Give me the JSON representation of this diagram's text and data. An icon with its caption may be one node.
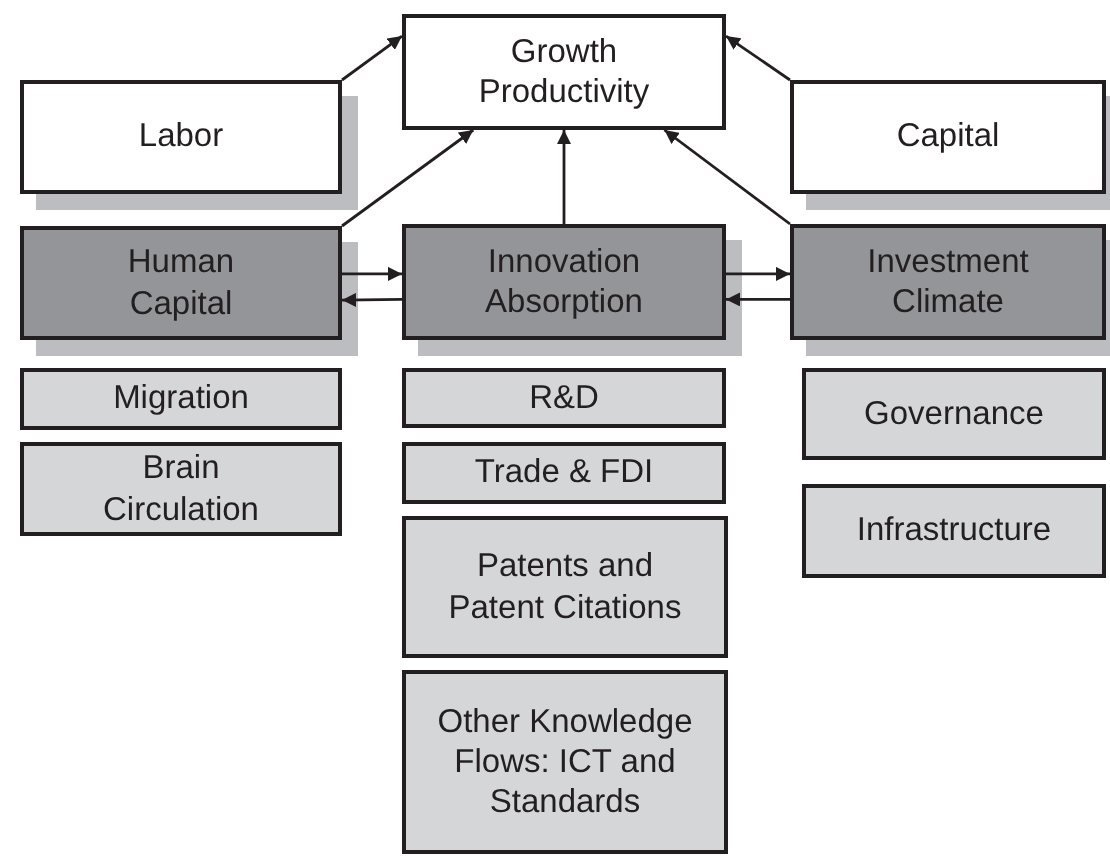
{
  "diagram": {
    "nodes": [
      {
        "text": [
          "Growth Productivity"
        ]
      },
      {
        "text": [
          "Labor"
        ]
      },
      {
        "text": [
          "Capital"
        ]
      },
      {
        "text": [
          "Human Capital"
        ]
      },
      {
        "text": [
          "Innovation Absorption"
        ]
      },
      {
        "text": [
          "Investment Climate"
        ]
      },
      {
        "text": [
          "Migration"
        ]
      },
      {
        "text": [
          "Brain Circulation"
        ]
      },
      {
        "text": [
          "R&D"
        ]
      },
      {
        "text": [
          "Trade & FDI"
        ]
      },
      {
        "text": [
          "Patents and Patent Citations"
        ]
      },
      {
        "text": [
          "Other Knowledge Flows: ICT and Standards"
        ]
      },
      {
        "text": [
          "Governance"
        ]
      },
      {
        "text": [
          "Infrastructure"
        ]
      }
    ],
    "edges": [
      {
        "from": 1,
        "to": 0,
        "arrow": "to"
      },
      {
        "from": 2,
        "to": 0,
        "arrow": "to"
      },
      {
        "from": 3,
        "to": 0,
        "arrow": "to"
      },
      {
        "from": 4,
        "to": 0,
        "arrow": "to"
      },
      {
        "from": 5,
        "to": 0,
        "arrow": "to"
      },
      {
        "from": 3,
        "to": 4,
        "arrow": "to"
      },
      {
        "from": 4,
        "to": 3,
        "arrow": "to"
      },
      {
        "from": 4,
        "to": 5,
        "arrow": "to"
      },
      {
        "from": 5,
        "to": 4,
        "arrow": "to"
      }
    ]
  }
}
